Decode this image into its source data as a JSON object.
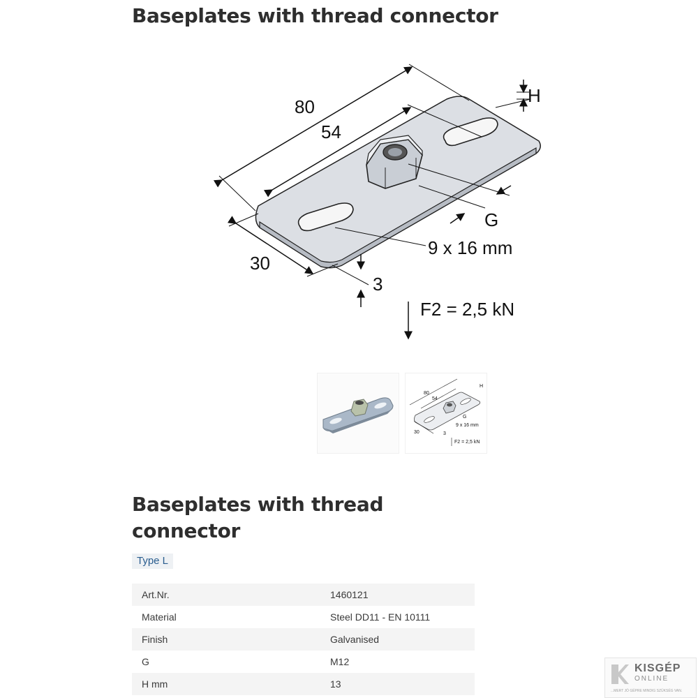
{
  "heading_top": "Baseplates with thread connector",
  "drawing_labels": {
    "length": "80",
    "slot_spacing": "54",
    "height": "H",
    "thread": "G",
    "slot": "9 x 16 mm",
    "width": "30",
    "thickness": "3",
    "load": "F2 = 2,5 kN"
  },
  "thumb_drawing_labels": {
    "length": "80",
    "slot_spacing": "54",
    "height": "H",
    "thread": "G",
    "slot": "9 x 16 mm",
    "width": "30",
    "thickness": "3",
    "load": "F2 = 2,5 kN"
  },
  "heading_product": "Baseplates with thread connector",
  "type_label": "Type L",
  "specs": [
    {
      "key": "Art.Nr.",
      "value": "1460121"
    },
    {
      "key": "Material",
      "value": "Steel DD11 - EN 10111"
    },
    {
      "key": "Finish",
      "value": "Galvanised"
    },
    {
      "key": "G",
      "value": "M12"
    },
    {
      "key": "H mm",
      "value": "13"
    }
  ],
  "logo": {
    "brand": "KISGÉP",
    "sub": "ONLINE",
    "tagline": "...MERT JÓ GÉPRE MINDIG SZÜKSÉG VAN."
  },
  "colors": {
    "heading": "#2e2e2e",
    "badge_text": "#2a5d8f",
    "badge_bg": "#eef1f4",
    "row_stripe": "#f4f4f4",
    "plate_fill": "#d9dde3"
  }
}
